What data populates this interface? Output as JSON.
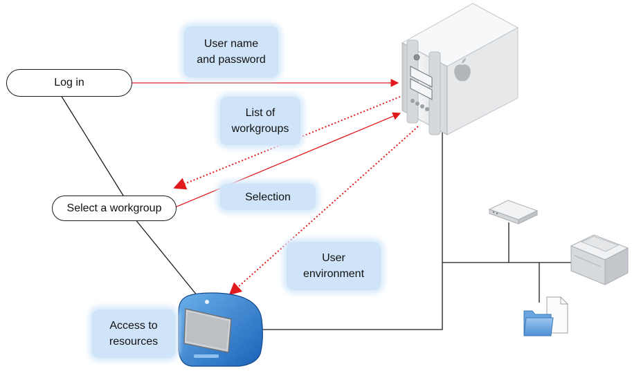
{
  "nodes": {
    "login": "Log in",
    "select_workgroup": "Select a workgroup"
  },
  "labels": {
    "credentials": [
      "User name",
      "and password"
    ],
    "workgroup_list": [
      "List of",
      "workgroups"
    ],
    "selection": [
      "Selection"
    ],
    "user_environment": [
      "User",
      "environment"
    ],
    "resource_access": [
      "Access to",
      "resources"
    ]
  },
  "colors": {
    "arrow": "#e0191c",
    "line": "#1a1a1a",
    "label_bg": "#cfe4f8"
  },
  "icons": [
    "server-tower-icon",
    "imac-computer-icon",
    "network-hub-icon",
    "printer-icon",
    "shared-folder-icon"
  ]
}
